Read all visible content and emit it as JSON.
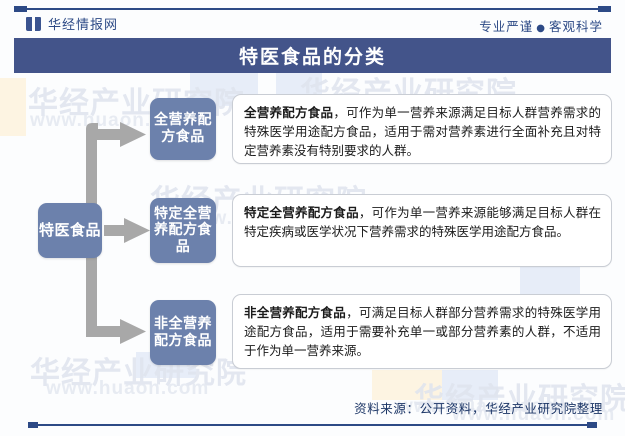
{
  "header": {
    "brand": "华经情报网",
    "brand_icon": "book-icon",
    "tagline_left": "专业严谨",
    "tagline_sep": "●",
    "tagline_right": "客观科学",
    "title": "特医食品的分类"
  },
  "diagram": {
    "root": "特医食品",
    "branches": [
      {
        "label": "全营养配方食品",
        "term": "全营养配方食品",
        "desc": "，可作为单一营养来源满足目标人群营养需求的特殊医学用途配方食品，适用于需对营养素进行全面补充且对特定营养素没有特别要求的人群。"
      },
      {
        "label": "特定全营养配方食品",
        "term": "特定全营养配方食品",
        "desc": "，可作为单一营养来源能够满足目标人群在特定疾病或医学状况下营养需求的特殊医学用途配方食品。"
      },
      {
        "label": "非全营养配方食品",
        "term": "非全营养配方食品",
        "desc": "，可满足目标人群部分营养需求的特殊医学用途配方食品，适用于需要补充单一或部分营养素的人群，不适用于作为单一营养来源。"
      }
    ]
  },
  "footer": {
    "source": "资料来源：公开资料，华经产业研究院整理"
  },
  "watermarks": {
    "text_cn": "华经产业研究院",
    "text_url": "www.huaon.com"
  },
  "colors": {
    "brand_blue": "#2d4a86",
    "banner_blue": "#43548a",
    "node_blue": "#6c81ac",
    "connector_gray": "#a8a8a8",
    "card_border": "#c9cdd4"
  }
}
